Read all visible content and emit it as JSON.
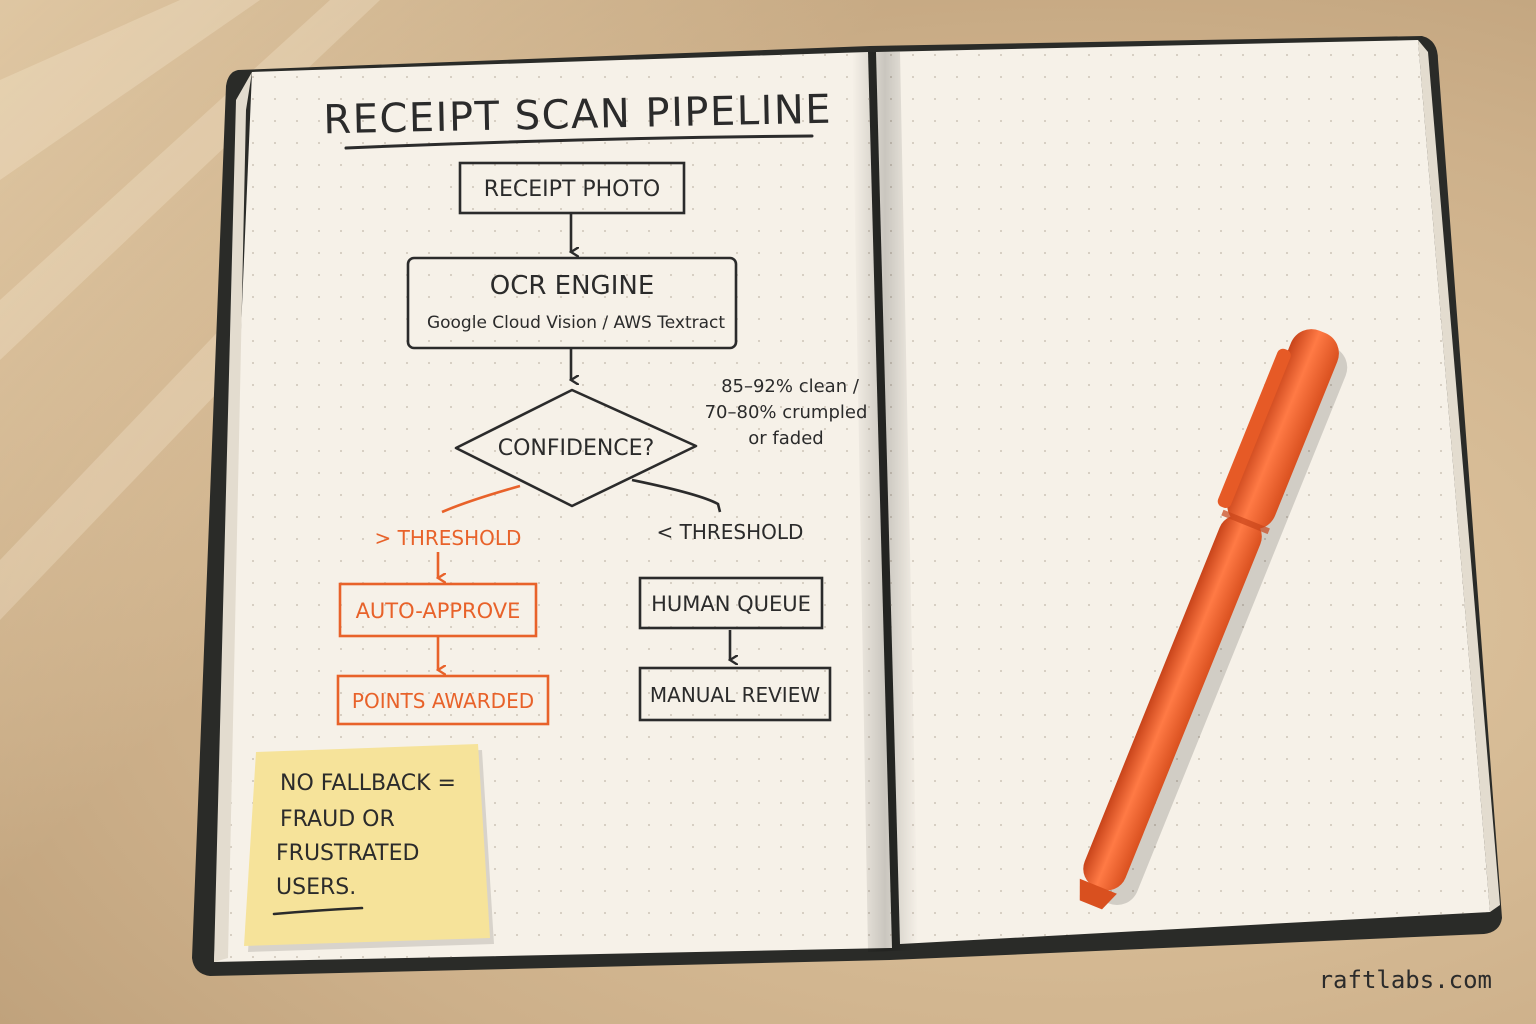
{
  "notebook": {
    "title": "RECEIPT SCAN PIPELINE",
    "flow": {
      "receipt_photo": "RECEIPT PHOTO",
      "ocr_engine": "OCR ENGINE",
      "ocr_engine_detail": "Google Cloud Vision / AWS Textract",
      "confidence": "CONFIDENCE?",
      "accuracy_note_line1": "85–92% clean /",
      "accuracy_note_line2": "70–80% crumpled",
      "accuracy_note_line3": "or faded",
      "above_threshold": "> THRESHOLD",
      "below_threshold": "< THRESHOLD",
      "auto_approve": "AUTO-APPROVE",
      "points_awarded": "POINTS AWARDED",
      "human_queue": "HUMAN QUEUE",
      "manual_review": "MANUAL REVIEW"
    },
    "sticky_note": {
      "line1": "NO FALLBACK =",
      "line2": "FRAUD OR",
      "line3": "FRUSTRATED",
      "line4": "USERS."
    }
  },
  "watermark": "raftlabs.com",
  "colors": {
    "ink": "#2b2b2b",
    "accent_orange": "#e8622a",
    "page": "#f6f1e8",
    "sticky": "#f6e39a",
    "pen": "#f2622e"
  }
}
